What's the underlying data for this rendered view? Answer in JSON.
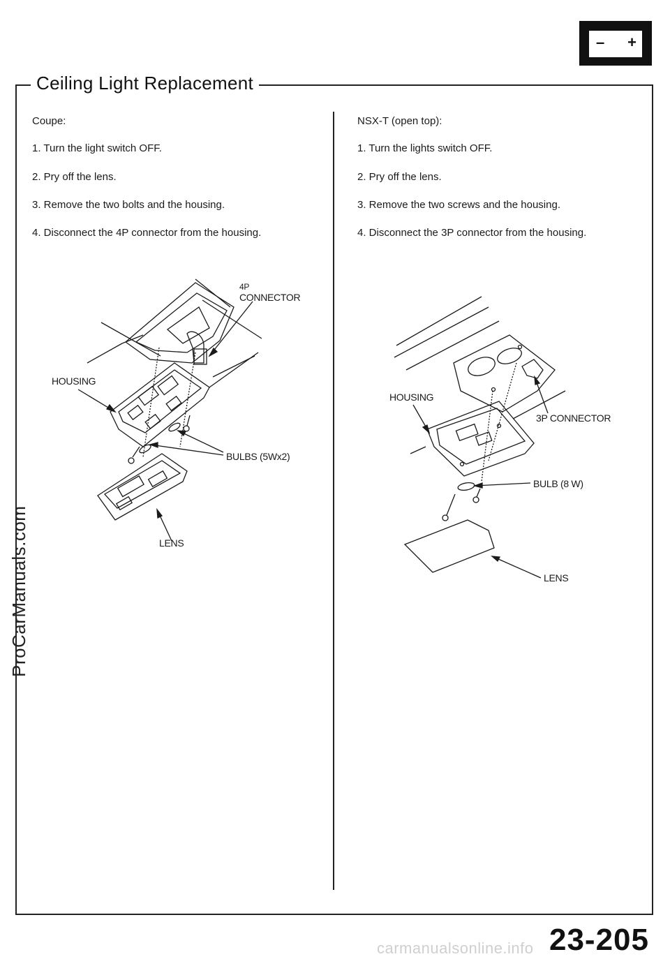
{
  "header": {
    "title": "Ceiling Light Replacement",
    "battery_icon": "battery-icon",
    "battery_minus": "–",
    "battery_plus": "+"
  },
  "coupe": {
    "heading": "Coupe:",
    "steps": [
      "1.  Turn the light switch OFF.",
      "2.   Pry off the lens.",
      "3.   Remove the two bolts and the housing.",
      "4.   Disconnect the 4P connector from the housing."
    ],
    "labels": {
      "connector_top": "4P",
      "connector": "CONNECTOR",
      "housing": "HOUSING",
      "bulbs": "BULBS  (5Wx2)",
      "lens": "LENS"
    }
  },
  "nsx_t": {
    "heading": "NSX-T (open top):",
    "steps": [
      "1.   Turn the lights switch OFF.",
      "2.    Pry off the lens.",
      "3.    Remove the two screws and the housing.",
      "4.    Disconnect the 3P connector from the housing."
    ],
    "labels": {
      "housing": "HOUSING",
      "connector": "3P CONNECTOR",
      "bulb": "BULB (8 W)",
      "lens": "LENS"
    }
  },
  "footer": {
    "page_number": "23-205",
    "side_watermark": "ProCarManuals.com",
    "bottom_watermark": "carmanualsonline.info"
  }
}
